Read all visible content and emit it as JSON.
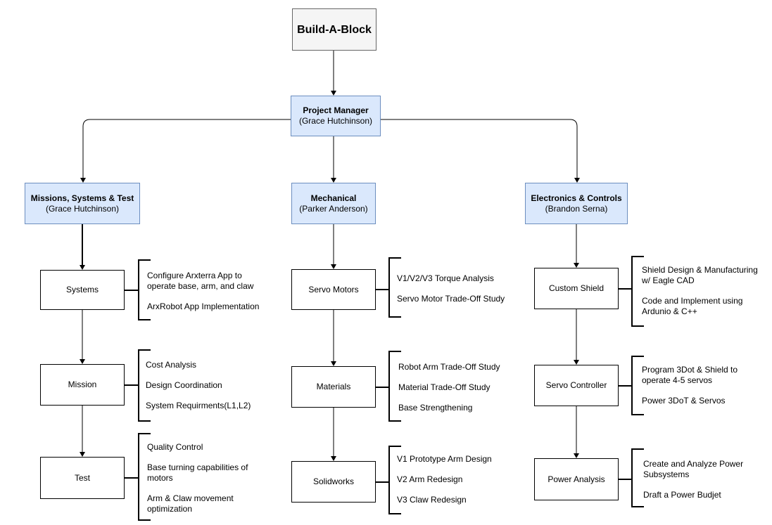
{
  "diagram": {
    "title": "Build-A-Block",
    "manager": {
      "role": "Project Manager",
      "person": "(Grace Hutchinson)"
    },
    "teams": [
      {
        "role": "Missions, Systems & Test",
        "person": "(Grace Hutchinson)",
        "modules": [
          {
            "label": "Systems",
            "tasks": [
              "Configure Arxterra App to\noperate base, arm, and claw",
              "ArxRobot App Implementation"
            ]
          },
          {
            "label": "Mission",
            "tasks": [
              "Cost Analysis",
              "Design Coordination",
              "System Requirments(L1,L2)"
            ]
          },
          {
            "label": "Test",
            "tasks": [
              "Quality Control",
              "Base turning capabilities of\nmotors",
              "Arm & Claw movement\noptimization"
            ]
          }
        ]
      },
      {
        "role": "Mechanical",
        "person": "(Parker Anderson)",
        "modules": [
          {
            "label": "Servo Motors",
            "tasks": [
              "V1/V2/V3  Torque Analysis",
              "Servo Motor Trade-Off Study"
            ]
          },
          {
            "label": "Materials",
            "tasks": [
              "Robot Arm Trade-Off Study",
              "Material Trade-Off Study",
              "Base Strengthening"
            ]
          },
          {
            "label": "Solidworks",
            "tasks": [
              "V1 Prototype Arm Design",
              "V2 Arm Redesign",
              "V3 Claw Redesign"
            ]
          }
        ]
      },
      {
        "role": "Electronics & Controls",
        "person": "(Brandon Serna)",
        "modules": [
          {
            "label": "Custom Shield",
            "tasks": [
              "Shield Design & Manufacturing\nw/ Eagle CAD",
              "Code and Implement using\nArdunio & C++"
            ]
          },
          {
            "label": "Servo Controller",
            "tasks": [
              "Program 3Dot & Shield to\noperate 4-5 servos",
              "Power 3DoT & Servos"
            ]
          },
          {
            "label": "Power Analysis",
            "tasks": [
              "Create and Analyze Power\nSubsystems",
              "Draft a Power Budjet"
            ]
          }
        ]
      }
    ]
  }
}
